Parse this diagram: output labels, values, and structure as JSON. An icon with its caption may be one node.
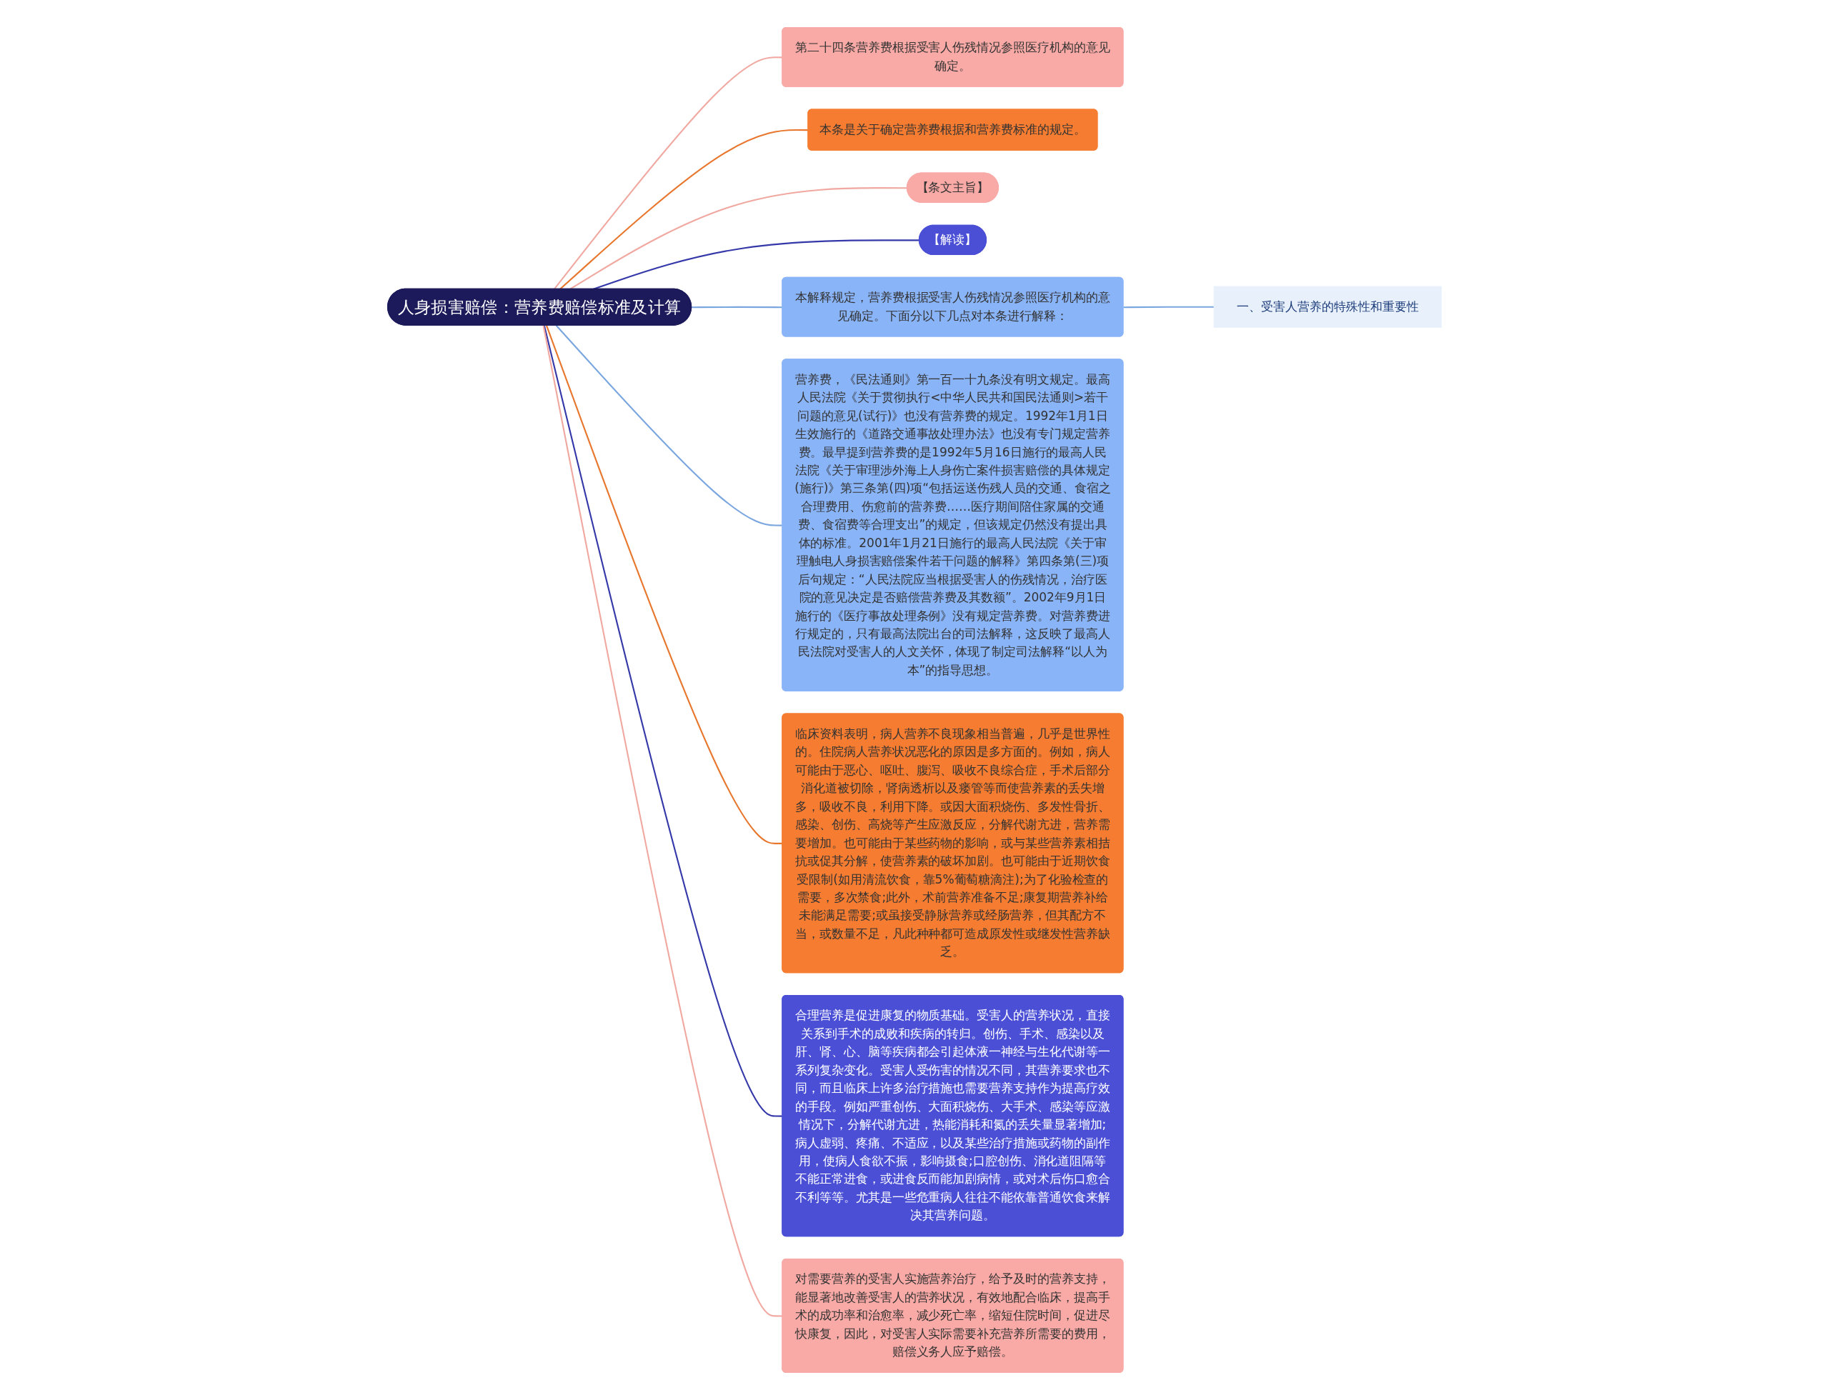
{
  "diagram": {
    "nodes": [
      {
        "text": [
          "人身损害赔偿：营养费赔偿标准及计算"
        ]
      },
      {
        "text": [
          "第二十四条营养费根据受害人伤残情况参照医疗机构的意见确定。"
        ]
      },
      {
        "text": [
          "本条是关于确定营养费根据和营养费标准的规定。"
        ]
      },
      {
        "text": [
          "【条文主旨】"
        ]
      },
      {
        "text": [
          "【解读】"
        ]
      },
      {
        "text": [
          "本解释规定，营养费根据受害人伤残情况参照医疗机构的意见确定。下面分以下几点对本条进行解释："
        ]
      },
      {
        "text": [
          "一、受害人营养的特殊性和重要性"
        ]
      },
      {
        "text": [
          "营养费，《民法通则》第一百一十九条没有明文规定。最高人民法院《关于贯彻执行<中华人民共和国民法通则>若干问题的意见(试行)》也没有营养费的规定。1992年1月1日生效施行的《道路交通事故处理办法》也没有专门规定营养费。最早提到营养费的是1992年5月16日施行的最高人民法院《关于审理涉外海上人身伤亡案件损害赔偿的具体规定(施行)》第三条第(四)项“包括运送伤残人员的交通、食宿之合理费用、伤愈前的营养费……医疗期间陪住家属的交通费、食宿费等合理支出”的规定，但该规定仍然没有提出具体的标准。2001年1月21日施行的最高人民法院《关于审理触电人身损害赔偿案件若干问题的解释》第四条第(三)项后句规定：“人民法院应当根据受害人的伤残情况，治疗医院的意见决定是否赔偿营养费及其数额”。2002年9月1日施行的《医疗事故处理条例》没有规定营养费。对营养费进行规定的，只有最高法院出台的司法解释，这反映了最高人民法院对受害人的人文关怀，体现了制定司法解释“以人为本”的指导思想。"
        ]
      },
      {
        "text": [
          "临床资料表明，病人营养不良现象相当普遍，几乎是世界性的。住院病人营养状况恶化的原因是多方面的。例如，病人可能由于恶心、呕吐、腹泻、吸收不良综合症，手术后部分消化道被切除，肾病透析以及瘘管等而使营养素的丢失增多，吸收不良，利用下降。或因大面积烧伤、多发性骨折、感染、创伤、高烧等产生应激反应，分解代谢亢进，营养需要增加。也可能由于某些药物的影响，或与某些营养素相拮抗或促其分解，使营养素的破坏加剧。也可能由于近期饮食受限制(如用清流饮食，靠5%葡萄糖滴注);为了化验检查的需要，多次禁食;此外，术前营养准备不足;康复期营养补给未能满足需要;或虽接受静脉营养或经肠营养，但其配方不当，或数量不足，凡此种种都可造成原发性或继发性营养缺乏。"
        ]
      },
      {
        "text": [
          "合理营养是促进康复的物质基础。受害人的营养状况，直接关系到手术的成败和疾病的转归。创伤、手术、感染以及肝、肾、心、脑等疾病都会引起体液一神经与生化代谢等一系列复杂变化。受害人受伤害的情况不同，其营养要求也不同，而且临床上许多治疗措施也需要营养支持作为提高疗效的手段。例如严重创伤、大面积烧伤、大手术、感染等应激情况下，分解代谢亢进，热能消耗和氮的丢失量显著增加;病人虚弱、疼痛、不适应，以及某些治疗措施或药物的副作用，使病人食欲不振，影响摄食;口腔创伤、消化道阻隔等不能正常进食，或进食反而能加剧病情，或对术后伤口愈合不利等等。尤其是一些危重病人往往不能依靠普通饮食来解决其营养问题。"
        ]
      },
      {
        "text": [
          "对需要营养的受害人实施营养治疗，给予及时的营养支持，能显著地改善受害人的营养状况，有效地配合临床，提高手术的成功率和治愈率，减少死亡率，缩短住院时间，促进尽快康复，因此，对受害人实际需要补充营养所需要的费用，赔偿义务人应予赔偿。"
        ]
      }
    ],
    "edges": [
      {
        "from": 0,
        "to": 1,
        "arrow": "none",
        "color": "#f0a8a0"
      },
      {
        "from": 0,
        "to": 2,
        "arrow": "none",
        "color": "#e8762c"
      },
      {
        "from": 0,
        "to": 3,
        "arrow": "none",
        "color": "#f0a8a0"
      },
      {
        "from": 0,
        "to": 4,
        "arrow": "none",
        "color": "#3438a8"
      },
      {
        "from": 0,
        "to": 5,
        "arrow": "none",
        "color": "#7aa6e0"
      },
      {
        "from": 5,
        "to": 6,
        "arrow": "none",
        "color": "#7aa6e0"
      },
      {
        "from": 0,
        "to": 7,
        "arrow": "none",
        "color": "#7aa6e0"
      },
      {
        "from": 0,
        "to": 8,
        "arrow": "none",
        "color": "#e8762c"
      },
      {
        "from": 0,
        "to": 9,
        "arrow": "none",
        "color": "#3438a8"
      },
      {
        "from": 0,
        "to": 10,
        "arrow": "none",
        "color": "#f0a8a0"
      }
    ]
  }
}
